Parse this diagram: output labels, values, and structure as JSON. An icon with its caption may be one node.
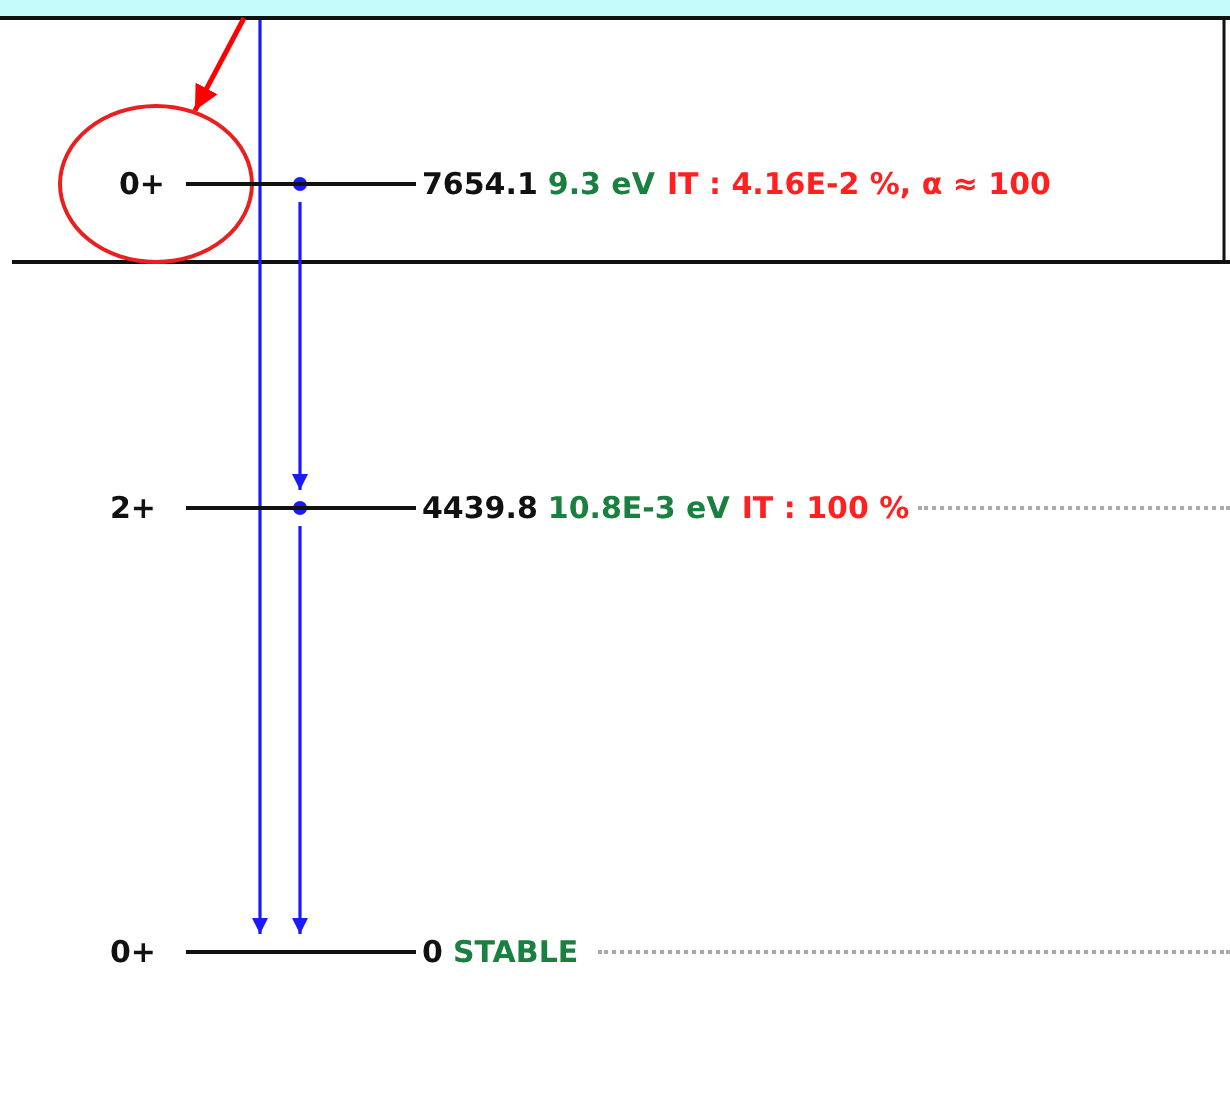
{
  "diagram": {
    "nodes": [
      {
        "text": [
          "0+"
        ]
      },
      {
        "text": [
          "7654.1"
        ],
        "beside": [
          "9.3 eV",
          "IT : 4.16E-2 %, α ≈ 100"
        ]
      },
      {
        "text": [
          "2+",
          "4439.8"
        ],
        "beside": [
          "10.8E-3 eV",
          "IT : 100 %"
        ]
      },
      {
        "text": [
          "0+",
          "0"
        ],
        "beside": [
          "STABLE"
        ]
      }
    ],
    "edges": [
      {
        "from": null,
        "to": 0,
        "arrow": "to",
        "color": "#ff0000"
      },
      {
        "from": null,
        "to": 3,
        "arrow": "to"
      },
      {
        "from": 1,
        "to": 2,
        "arrow": "to"
      },
      {
        "from": 2,
        "to": 3,
        "arrow": "to"
      }
    ]
  }
}
